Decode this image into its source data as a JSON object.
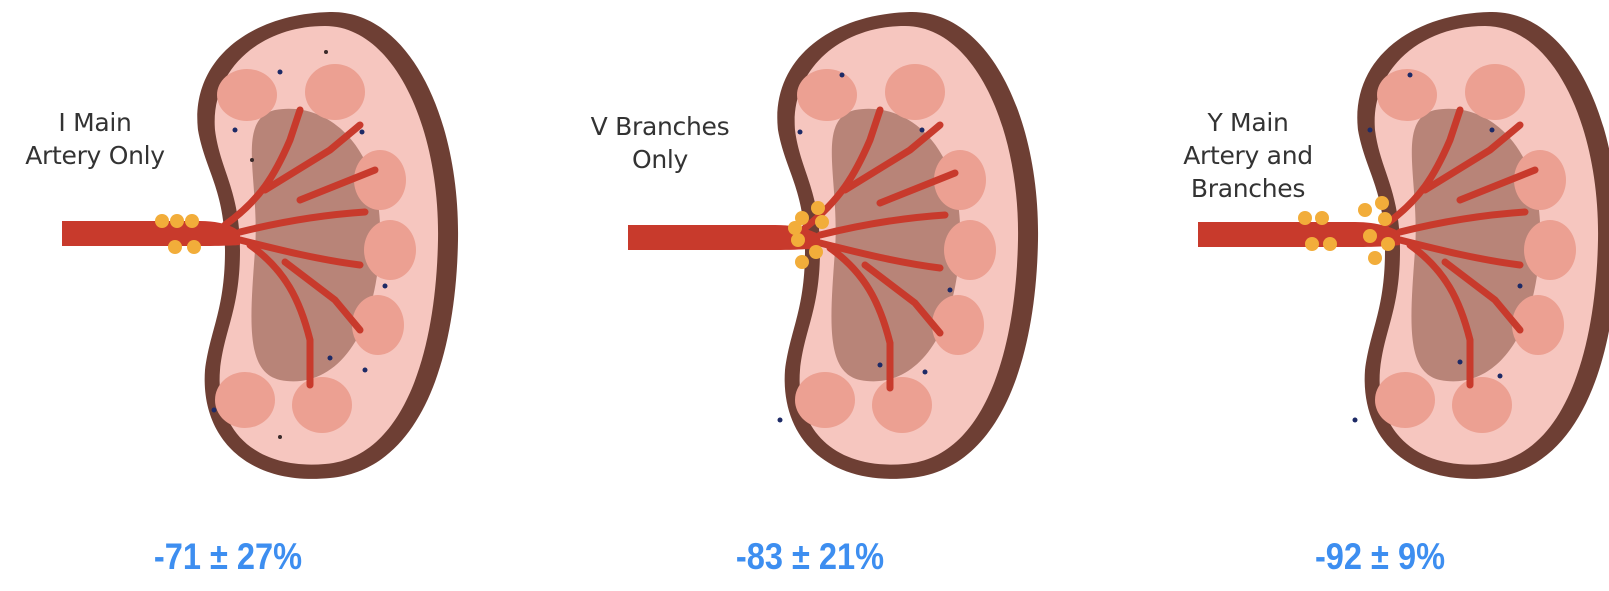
{
  "panels": [
    {
      "label": "I Main\nArtery Only",
      "result": "-71 ± 27%"
    },
    {
      "label": "V Branches\nOnly",
      "result": "-83 ± 21%"
    },
    {
      "label": "Y Main\nArtery and\nBranches",
      "result": "-92 ± 9%"
    }
  ],
  "colors": {
    "kidney_outer": "#6e3f34",
    "kidney_cortex": "#f6c6bf",
    "pyramid": "#eca092",
    "pelvis": "#b88478",
    "artery": "#c83a2c",
    "ablation_point": "#f2ad3a",
    "result_text": "#3d8ef0"
  }
}
